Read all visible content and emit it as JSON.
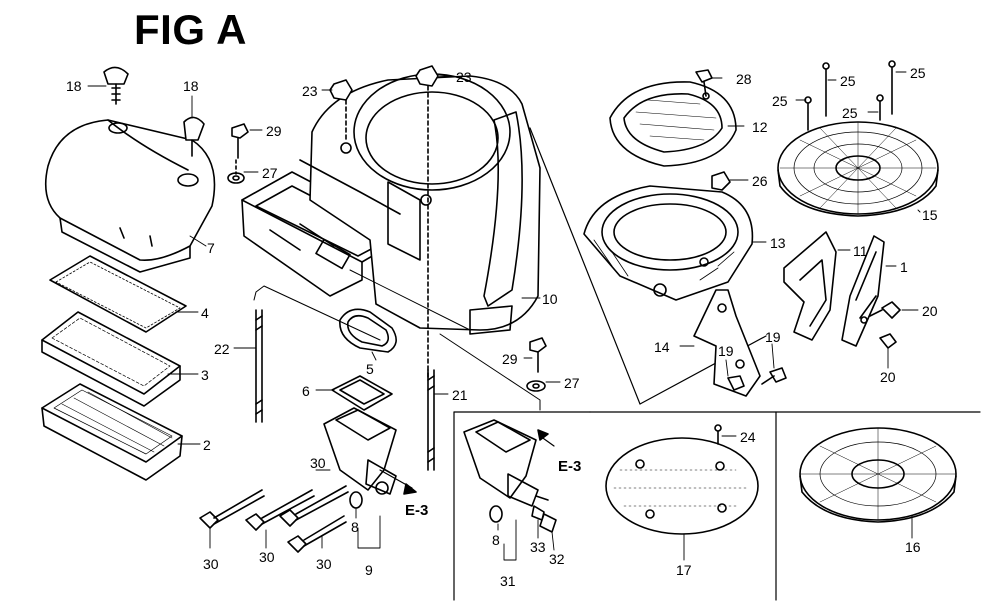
{
  "figure": {
    "title": "FIG A",
    "callouts": [
      "18",
      "18",
      "29",
      "27",
      "7",
      "4",
      "3",
      "2",
      "23",
      "23",
      "22",
      "6",
      "5",
      "10",
      "21",
      "29",
      "27",
      "30",
      "30",
      "30",
      "30",
      "8",
      "9",
      "E-3",
      "E-3",
      "8",
      "31",
      "33",
      "32",
      "28",
      "12",
      "26",
      "13",
      "14",
      "19",
      "19",
      "25",
      "25",
      "25",
      "25",
      "15",
      "11",
      "1",
      "20",
      "20",
      "24",
      "17",
      "16"
    ]
  }
}
